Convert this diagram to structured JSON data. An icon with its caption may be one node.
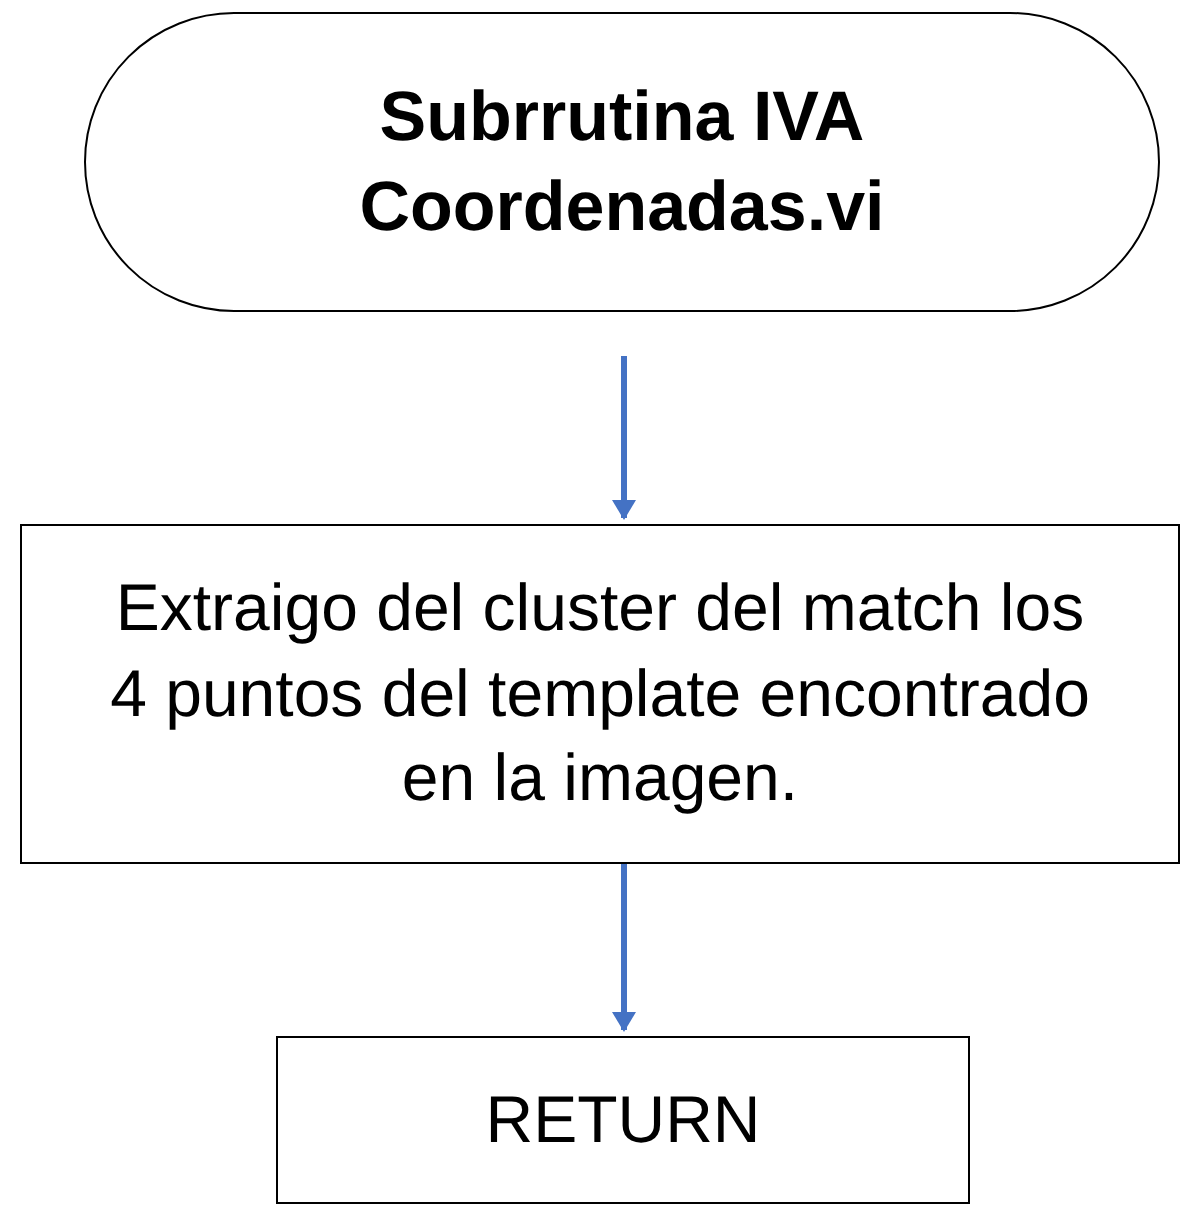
{
  "diagram": {
    "nodes": [
      {
        "text": [
          "Subrrutina IVA Coordenadas.vi"
        ]
      },
      {
        "text": [
          "Extraigo del cluster del match los 4 puntos del template encontrado en la imagen."
        ]
      },
      {
        "text": [
          "RETURN"
        ]
      }
    ],
    "edges": [
      {
        "from": 0,
        "to": 1,
        "arrow": "to"
      },
      {
        "from": 1,
        "to": 2,
        "arrow": "to"
      }
    ]
  }
}
